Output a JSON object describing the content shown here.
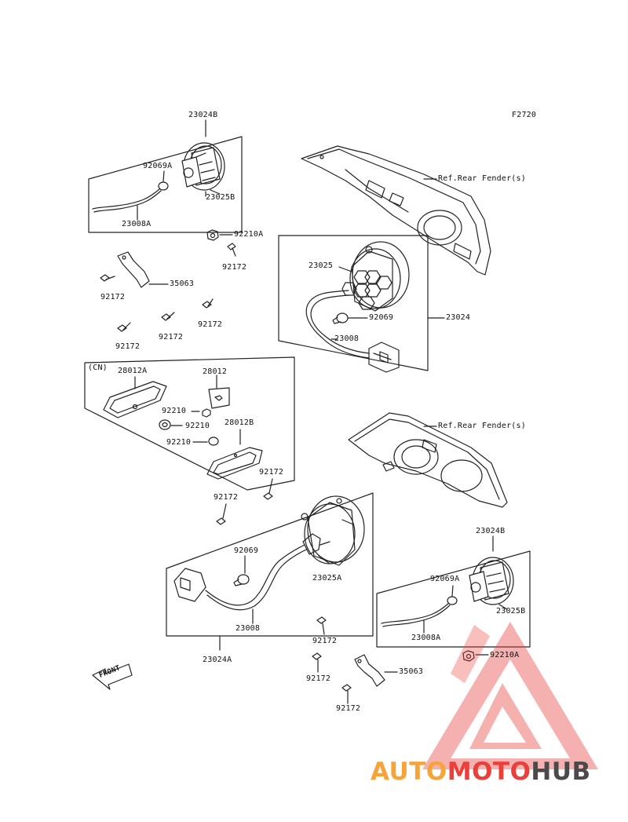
{
  "figure_code": "F2720",
  "colors": {
    "line": "#222222",
    "watermark_red": "#e8413c",
    "watermark_orange": "#f6a43a",
    "watermark_gray": "#4a4a4a"
  },
  "labels": {
    "top_23024B": "23024B",
    "top_92069A": "92069A",
    "top_23025B": "23025B",
    "top_23008A": "23008A",
    "n92210A_1": "92210A",
    "n92172_1": "92172",
    "n35063_1": "35063",
    "n92172_2": "92172",
    "n92172_3": "92172",
    "n92172_4": "92172",
    "n92172_5": "92172",
    "ref_top": "Ref.Rear Fender(s)",
    "n23025": "23025",
    "n92069": "92069",
    "n23024": "23024",
    "n23008": "23008",
    "cn": "(CN)",
    "n28012A": "28012A",
    "n28012": "28012",
    "n92210_1": "92210",
    "n92210_2": "92210",
    "n92210_3": "92210",
    "n28012B": "28012B",
    "ref_bottom": "Ref.Rear Fender(s)",
    "n92172_6": "92172",
    "n92172_7": "92172",
    "bot_23024B": "23024B",
    "n92069_b": "92069",
    "n23025A": "23025A",
    "bot_92069A": "92069A",
    "bot_23025B": "23025B",
    "bot_23008A": "23008A",
    "n23008_b": "23008",
    "n92210A_2": "92210A",
    "n92172_8": "92172",
    "n35063_2": "35063",
    "n23024A": "23024A",
    "n92172_9": "92172",
    "n92172_10": "92172",
    "front": "FRONT"
  },
  "watermark": {
    "part1": "AUTO",
    "part2": "MOTO",
    "part3": "HUB"
  }
}
